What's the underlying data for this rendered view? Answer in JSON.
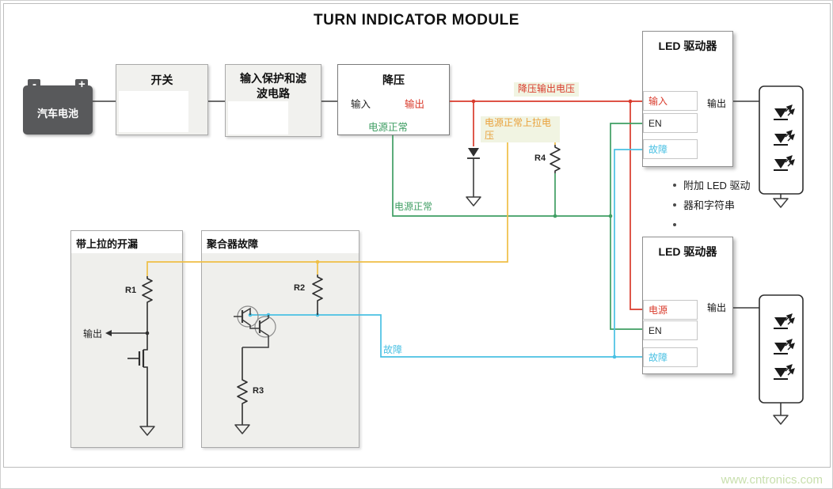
{
  "title": "TURN INDICATOR MODULE",
  "watermark": "www.cntronics.com",
  "colors": {
    "wire_red": "#d93a2b",
    "wire_green": "#3f9e63",
    "wire_yellow": "#efbf45",
    "wire_blue": "#49c0e3",
    "block_fill": "#f1f1ee",
    "battery_fill": "#58595b",
    "watermark_green": "#c8dfad"
  },
  "battery": {
    "label": "汽车电池",
    "minus": "-",
    "plus": "+"
  },
  "blocks": {
    "switch": {
      "label": "开关"
    },
    "protection": {
      "label": "输入保护和滤波电路"
    },
    "buck": {
      "title": "降压",
      "in": "输入",
      "out": "输出",
      "pgood": "电源正常"
    },
    "open_drain": {
      "title": "带上拉的开漏",
      "r1": "R1",
      "out": "输出"
    },
    "combiner": {
      "title": "聚合器故障",
      "r2": "R2",
      "r3": "R3"
    },
    "driver_top": {
      "title": "LED 驱动器",
      "in": "输入",
      "en": "EN",
      "fault": "故障",
      "out": "输出"
    },
    "driver_bottom": {
      "title": "LED 驱动器",
      "power": "电源",
      "en": "EN",
      "fault": "故障",
      "out": "输出"
    }
  },
  "nets": {
    "buck_out": "降压输出电压",
    "pullup": "电源正常上拉电压",
    "pgood": "电源正常",
    "fault": "故障",
    "r4": "R4"
  },
  "note": {
    "text": "附加 LED 驱动器和字符串"
  }
}
